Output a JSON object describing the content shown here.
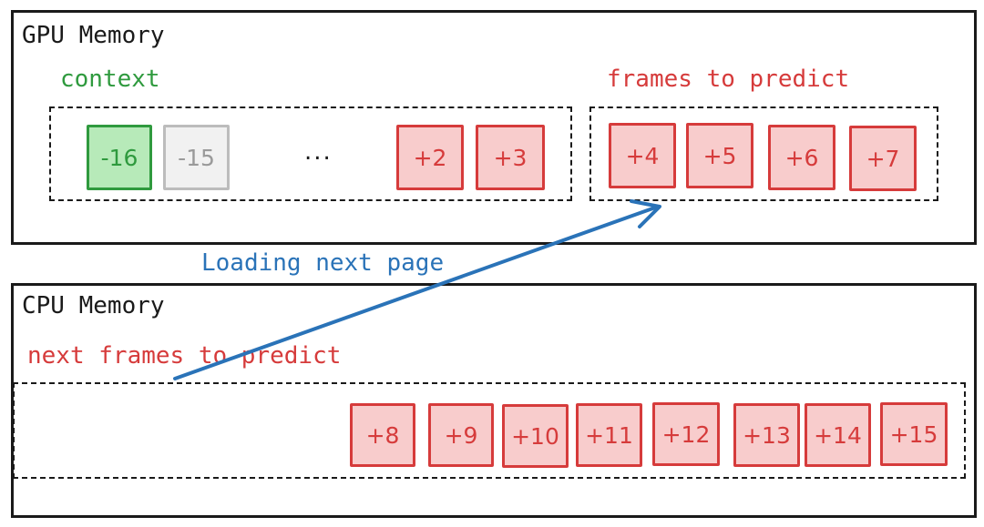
{
  "gpu": {
    "title": "GPU Memory",
    "context_label": "context",
    "predict_label": "frames to predict",
    "context_frames": [
      {
        "text": "-16",
        "style": "green"
      },
      {
        "text": "-15",
        "style": "gray"
      },
      {
        "text": "+2",
        "style": "red"
      },
      {
        "text": "+3",
        "style": "red"
      }
    ],
    "ellipsis": "...",
    "predict_frames": [
      "+4",
      "+5",
      "+6",
      "+7"
    ]
  },
  "cpu": {
    "title": "CPU Memory",
    "next_label": "next frames to predict",
    "frames": [
      "+8",
      "+9",
      "+10",
      "+11",
      "+12",
      "+13",
      "+14",
      "+15"
    ]
  },
  "arrow": {
    "label": "Loading next page"
  },
  "colors": {
    "context_green": "#2f9a3e",
    "predict_red": "#d63b3b",
    "arrow_blue": "#2a73b8",
    "inactive_gray": "#9a9a9a"
  }
}
